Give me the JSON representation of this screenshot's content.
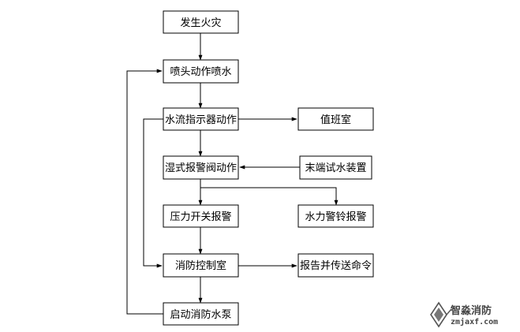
{
  "diagram": {
    "nodes": {
      "fire": "发生火灾",
      "sprinkler": "喷头动作喷水",
      "flow_indicator": "水流指示器动作",
      "duty_room": "值班室",
      "alarm_valve": "湿式报警阀动作",
      "end_test": "末端试水装置",
      "pressure_switch": "压力开关报警",
      "water_bell": "水力警铃报警",
      "control_room": "消防控制室",
      "report": "报告并传送命令",
      "pump": "启动消防水泵"
    }
  },
  "watermark": {
    "name": "智淼消防",
    "url": "zmjaxf.com",
    "color": "#444444"
  }
}
